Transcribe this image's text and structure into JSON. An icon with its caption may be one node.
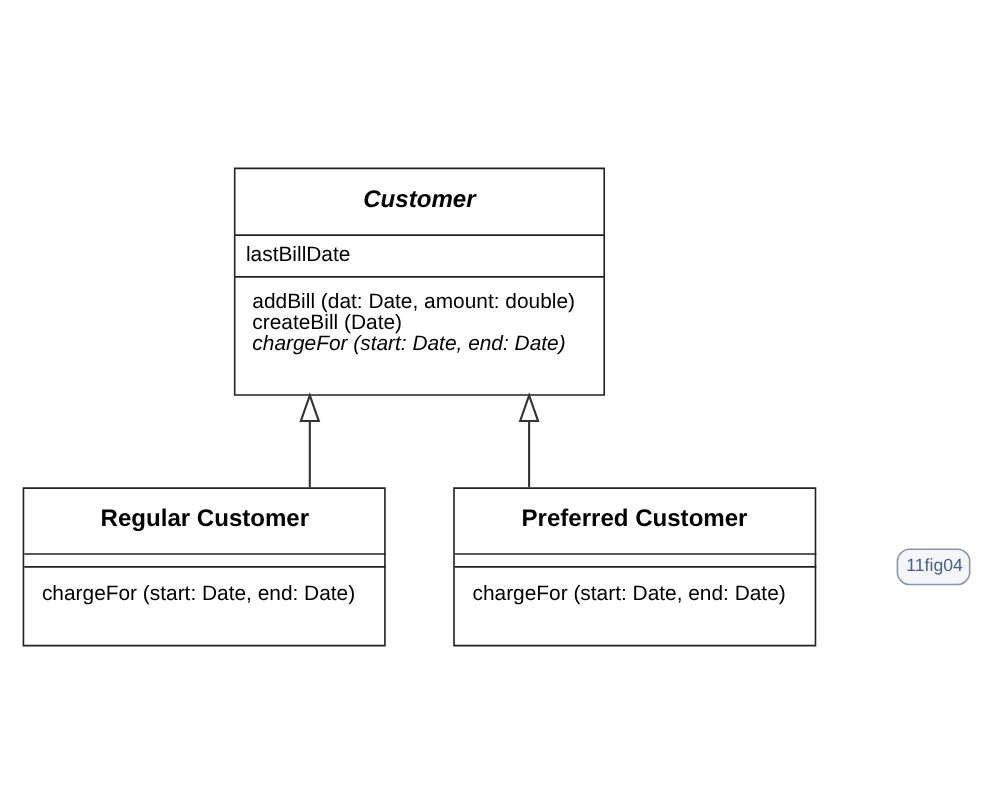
{
  "diagram": {
    "nodes": [
      {
        "text": [
          "Customer",
          "lastBillDate",
          "addBill (dat: Date, amount: double)",
          "createBill (Date)",
          "chargeFor (start: Date, end: Date)"
        ]
      },
      {
        "text": [
          "Regular Customer",
          "chargeFor (start: Date, end: Date)"
        ]
      },
      {
        "text": [
          "Preferred Customer",
          "chargeFor (start: Date, end: Date)"
        ]
      }
    ],
    "edges": [
      {
        "from": 1,
        "to": 0,
        "arrow": "to"
      },
      {
        "from": 2,
        "to": 0,
        "arrow": "to"
      }
    ],
    "labels": [
      "11fig04"
    ]
  }
}
